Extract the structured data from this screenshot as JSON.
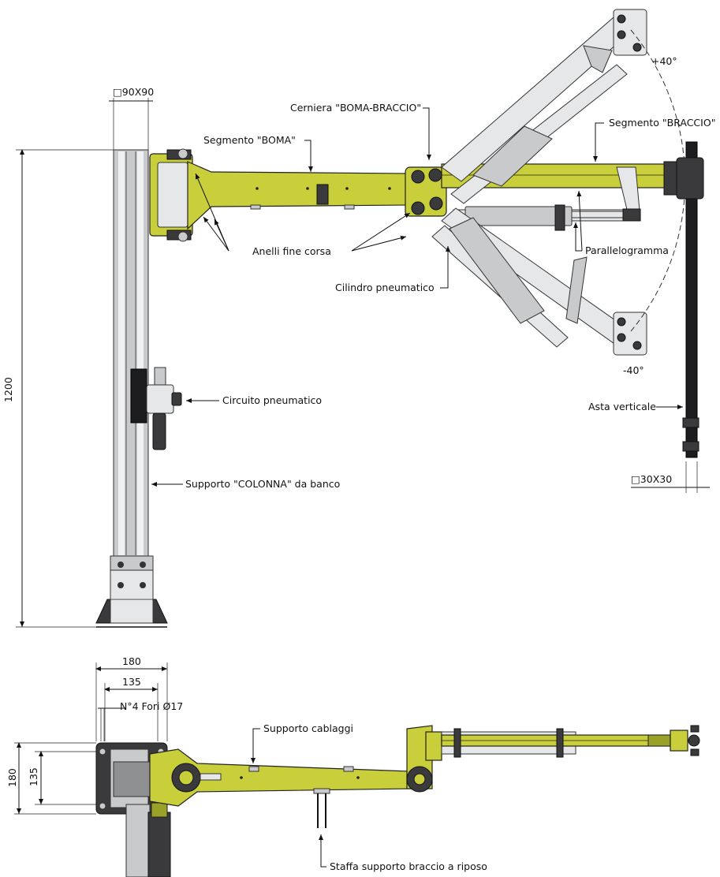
{
  "colors": {
    "boom_yellow": "#c8cf3a",
    "aluminium_grey": "#c9cacc",
    "dark_parts": "#3a3a3c",
    "line": "#111111"
  },
  "elevation_view": {
    "column_section": "□90X90",
    "column_height": "1200",
    "label_boma": "Segmento \"BOMA\"",
    "label_hinge": "Cerniera \"BOMA-BRACCIO\"",
    "label_braccio": "Segmento \"BRACCIO\"",
    "label_angle_up": "+40°",
    "label_angle_down": "-40°",
    "label_end_rings": "Anelli fine corsa",
    "label_cylinder": "Cilindro pneumatico",
    "label_parallelogram": "Parallelogramma",
    "label_pneumatic_circuit": "Circuito pneumatico",
    "label_column_support": "Supporto \"COLONNA\" da banco",
    "label_vertical_rod": "Asta verticale",
    "rod_section": "□30X30"
  },
  "plan_view": {
    "width_outer": "180",
    "width_inner": "135",
    "holes": "N°4 Fori Ø17",
    "height_outer": "180",
    "height_inner": "135",
    "label_cable_support": "Supporto cablaggi",
    "label_rest_bracket": "Staffa supporto braccio a riposo"
  }
}
